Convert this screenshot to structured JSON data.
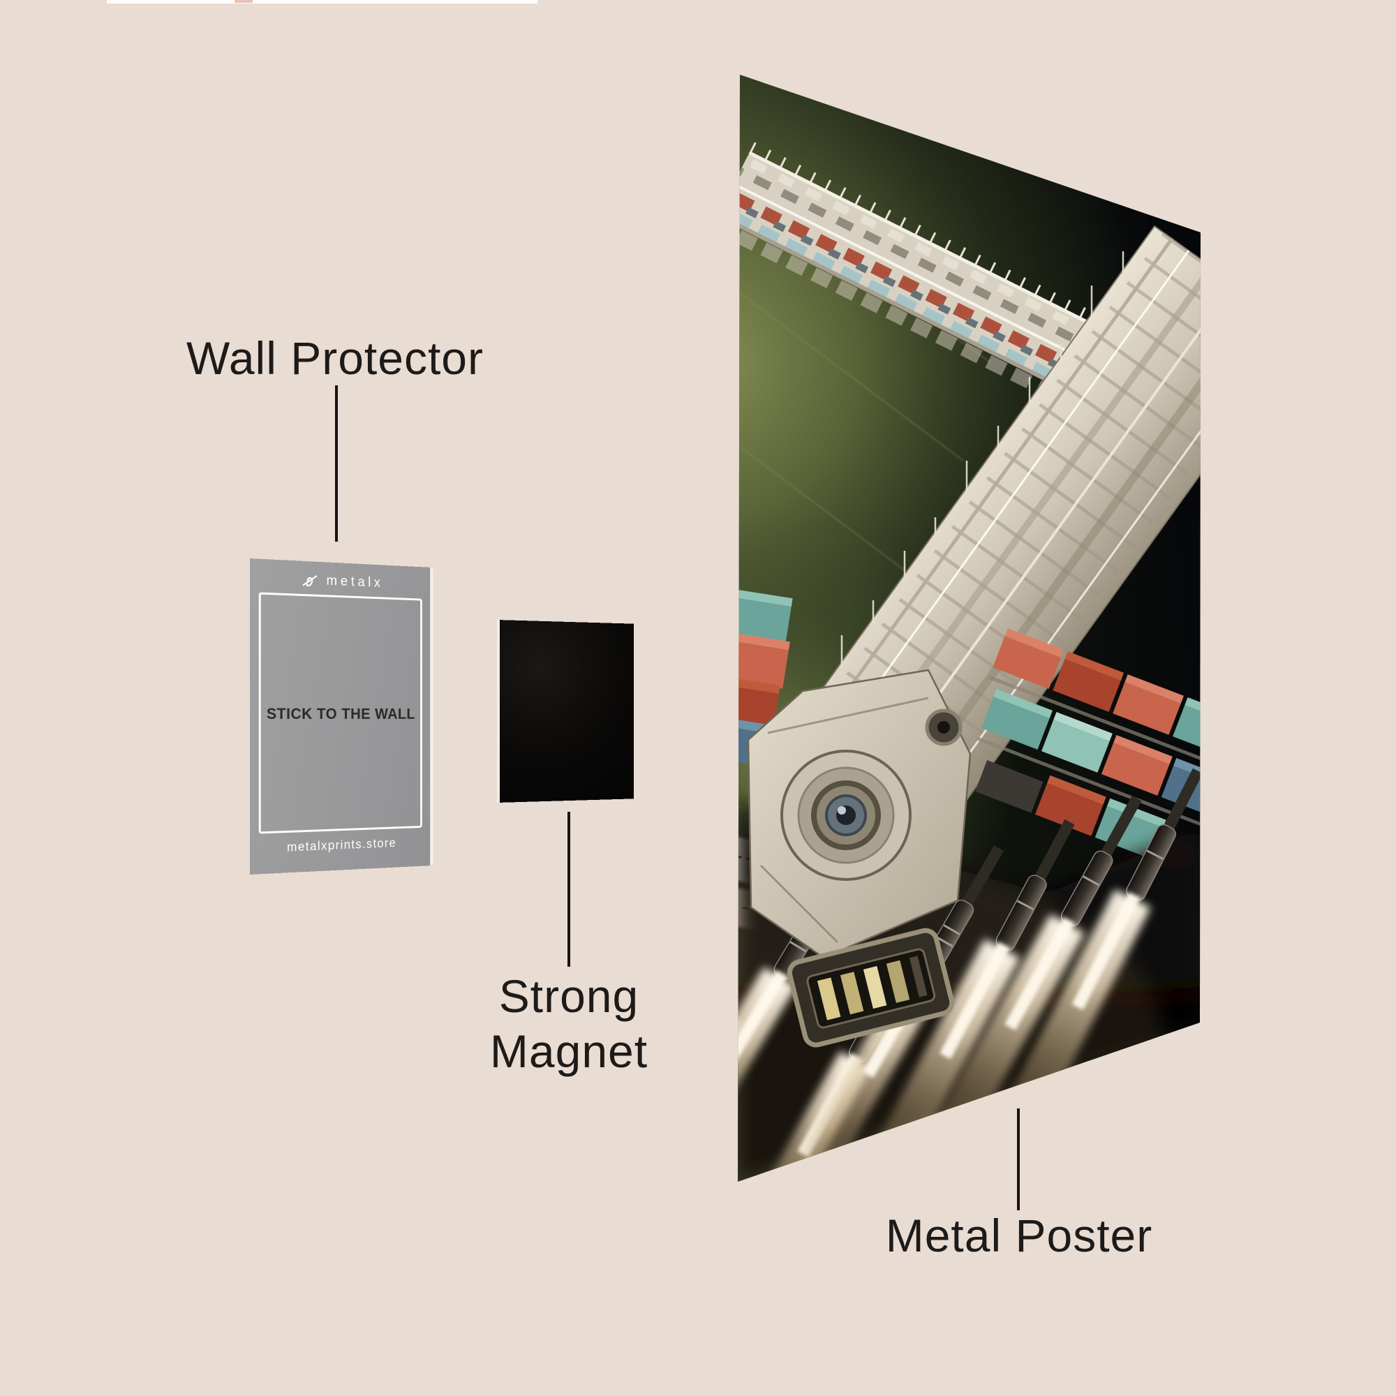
{
  "page": {
    "background": "#e9dcd3",
    "top_strip_color": "#fdfcfb"
  },
  "annotations": {
    "wall_protector": {
      "label": "Wall Protector"
    },
    "strong_magnet": {
      "line1": "Strong",
      "line2": "Magnet"
    },
    "metal_poster": {
      "label": "Metal Poster"
    },
    "leader_line_color": "#161412"
  },
  "wall_protector_card": {
    "brand": "metalx",
    "message": "STICK TO THE WALL",
    "website": "metalxprints.store",
    "card_color": "#9c9c9d",
    "message_color": "#2a2a2a"
  },
  "magnet": {
    "color": "#070605"
  },
  "poster": {
    "description": "metal print of a sci-fi cargo spaceship docking at a space bridge over a hazy green planet, engines firing bright exhaust plumes",
    "colors": {
      "space": "#0b0d09",
      "planet_haze": "#6b7644",
      "hull_cream": "#ddd6c6",
      "container_red": "#a8432e",
      "container_salmon": "#c9654c",
      "container_teal": "#6aa49a",
      "container_mint": "#8fc3b6",
      "container_blue": "#51718a",
      "engine_glow": "#fff3dc"
    }
  }
}
